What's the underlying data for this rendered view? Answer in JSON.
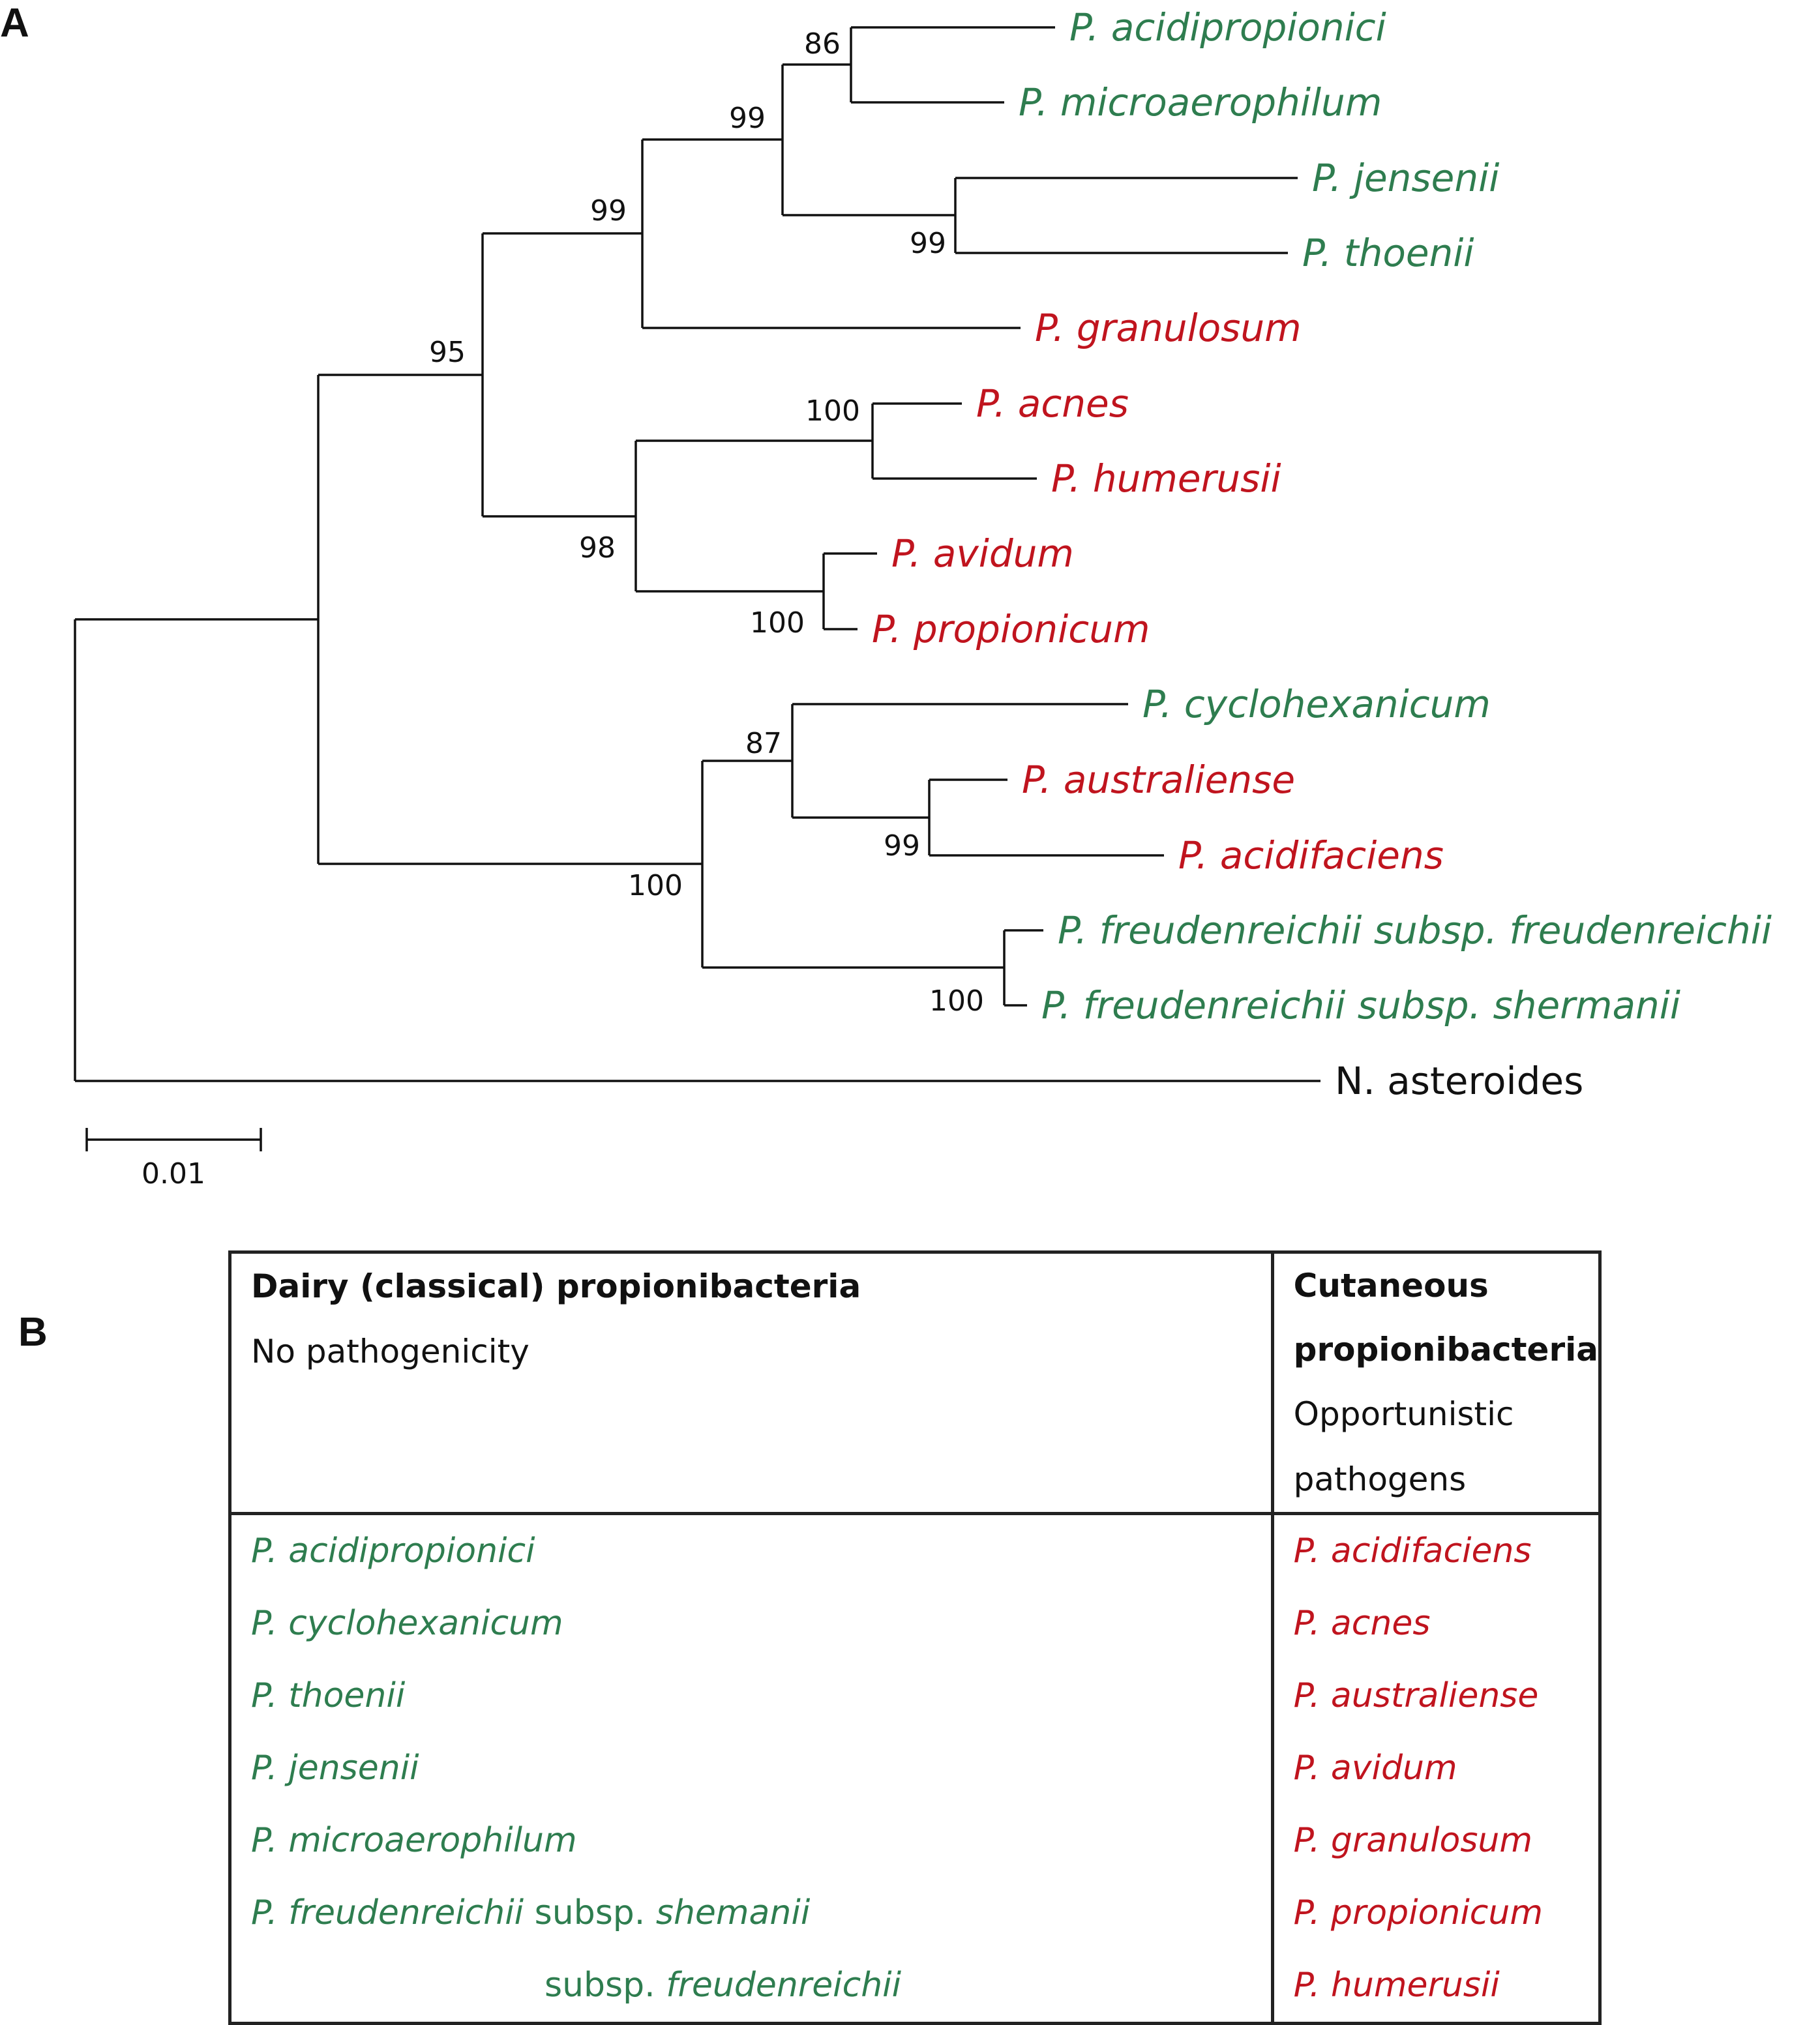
{
  "panels": {
    "a": "A",
    "b": "B"
  },
  "colors": {
    "dairy": "#2e7d4f",
    "cutaneous": "#c0141e",
    "outgroup": "#111111",
    "lines": "#111111"
  },
  "tree": {
    "tips": [
      {
        "id": "acidipropionici",
        "label": "P. acidipropionici",
        "group": "dairy"
      },
      {
        "id": "microaerophilum",
        "label": "P. microaerophilum",
        "group": "dairy"
      },
      {
        "id": "jensenii",
        "label": "P. jensenii",
        "group": "dairy"
      },
      {
        "id": "thoenii",
        "label": "P. thoenii",
        "group": "dairy"
      },
      {
        "id": "granulosum",
        "label": "P. granulosum",
        "group": "cutaneous"
      },
      {
        "id": "acnes",
        "label": "P. acnes",
        "group": "cutaneous"
      },
      {
        "id": "humerusii",
        "label": "P. humerusii",
        "group": "cutaneous"
      },
      {
        "id": "avidum",
        "label": "P. avidum",
        "group": "cutaneous"
      },
      {
        "id": "propionicum",
        "label": "P. propionicum",
        "group": "cutaneous"
      },
      {
        "id": "cyclohexanicum",
        "label": "P. cyclohexanicum",
        "group": "dairy"
      },
      {
        "id": "australiense",
        "label": "P. australiense",
        "group": "cutaneous"
      },
      {
        "id": "acidifaciens",
        "label": "P. acidifaciens",
        "group": "cutaneous"
      },
      {
        "id": "freud_freud",
        "label": "P. freudenreichii subsp. freudenreichii",
        "group": "dairy"
      },
      {
        "id": "freud_sherm",
        "label": "P. freudenreichii subsp. shermanii",
        "group": "dairy"
      },
      {
        "id": "asteroides",
        "label": "N. asteroides",
        "group": "outgroup"
      }
    ],
    "bootstrap": [
      "86",
      "99",
      "99",
      "99",
      "95",
      "100",
      "98",
      "100",
      "87",
      "99",
      "100",
      "100"
    ],
    "scale_bar": {
      "label": "0.01",
      "value": 0.01
    }
  },
  "table": {
    "dairy_header": "Dairy (classical) propionibacteria",
    "dairy_sub": "No pathogenicity",
    "cut_header_1": "Cutaneous",
    "cut_header_2": "propionibacteria",
    "cut_sub": "Opportunistic pathogens",
    "dairy_rows": [
      "P. acidipropionici",
      "P. cyclohexanicum",
      "P. thoenii",
      "P. jensenii",
      "P. microaerophilum"
    ],
    "freud_genus": "P. freudenreichii",
    "subsp_word": "subsp.",
    "shemanii": "shemanii",
    "freud_sub2": "freudenreichii",
    "cut_rows": [
      "P. acidifaciens",
      "P. acnes",
      "P. australiense",
      "P. avidum",
      "P. granulosum",
      "P. propionicum",
      "P. humerusii"
    ]
  }
}
